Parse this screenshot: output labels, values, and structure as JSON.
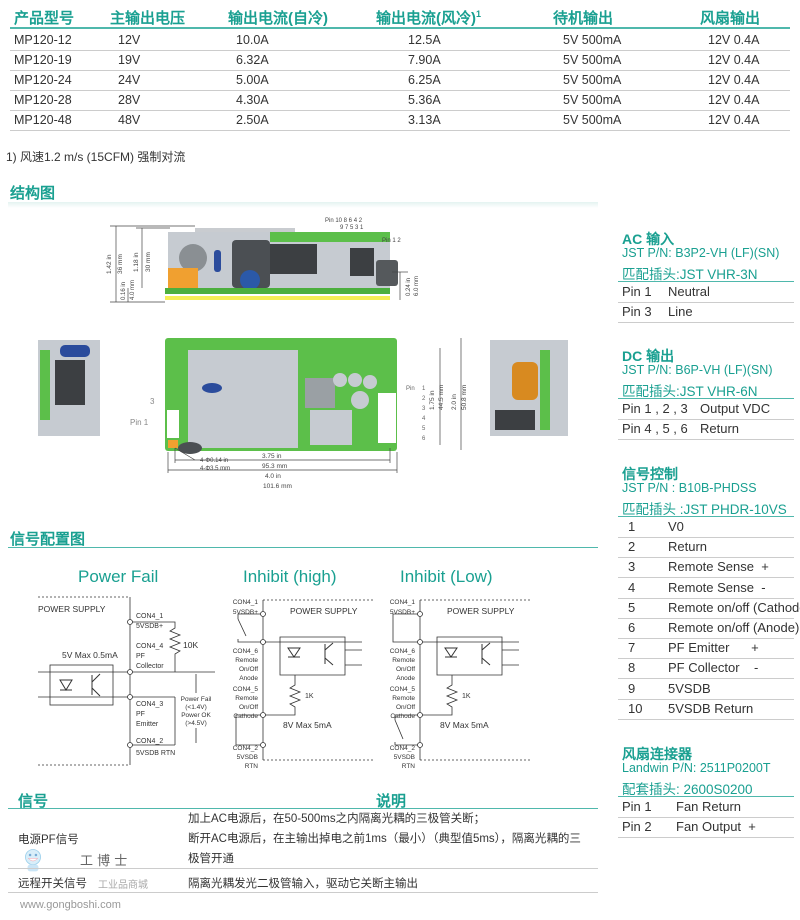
{
  "spec_table": {
    "headers": [
      "产品型号",
      "主输出电压",
      "输出电流(自冷)",
      "输出电流(风冷)",
      "待机输出",
      "风扇输出"
    ],
    "header_superscript": "1",
    "rows": [
      [
        "MP120-12",
        "12V",
        "10.0A",
        "12.5A",
        "5V  500mA",
        "12V  0.4A"
      ],
      [
        "MP120-19",
        "19V",
        "6.32A",
        "7.90A",
        "5V  500mA",
        "12V  0.4A"
      ],
      [
        "MP120-24",
        "24V",
        "5.00A",
        "6.25A",
        "5V  500mA",
        "12V  0.4A"
      ],
      [
        "MP120-28",
        "28V",
        "4.30A",
        "5.36A",
        "5V  500mA",
        "12V  0.4A"
      ],
      [
        "MP120-48",
        "48V",
        "2.50A",
        "3.13A",
        "5V  500mA",
        "12V  0.4A"
      ]
    ],
    "footnote": "1) 风速1.2 m/s (15CFM) 强制对流"
  },
  "structure": {
    "title": "结构图",
    "dims": {
      "h1_in": "1.42 in",
      "h1_mm": "36 mm",
      "h2_in": "1.18 in",
      "h2_mm": "30 mm",
      "h3_in": "0.16 in",
      "h3_mm": "4.0 mm",
      "h4_in": "0.24 in",
      "h4_mm": "6.0 mm",
      "pins_top": "Pin 10 8 6 4 2",
      "pins_bottom": "9 7 5 3 1",
      "pin12": "Pin 1 2",
      "w_in": "1.75 in",
      "w_mm": "44.5 mm",
      "w2_in": "2.0 in",
      "w2_mm": "50.8 mm",
      "hole_in": "4-Φ0.14 in",
      "hole_mm": "4-Φ3.5 mm",
      "l1_in": "3.75 in",
      "l1_mm": "95.3 mm",
      "l2_in": "4.0 in",
      "l2_mm": "101.6 mm",
      "pin_label": "Pin 1",
      "pin3": "3",
      "pin_nums": [
        "1",
        "2",
        "3",
        "4",
        "5",
        "6"
      ],
      "pin_prefix": "Pin"
    }
  },
  "signal_config": {
    "title": "信号配置图",
    "power_fail": {
      "title": "Power Fail",
      "ps": "POWER SUPPLY",
      "con4_1": "CON4_1",
      "vsdb": "5VSDB+",
      "r": "10K",
      "con4_4": "CON4_4",
      "pf": "PF",
      "collector": "Collector",
      "max": "5V Max 0.5mA",
      "con4_3": "CON4_3",
      "emitter": "Emitter",
      "con4_2": "CON4_2",
      "rtn": "5VSDB RTN",
      "fail": "Power Fail",
      "fail_v": "(<1.4V)",
      "ok": "Power OK",
      "ok_v": "(>4.5V)"
    },
    "inhibit_high": {
      "title": "Inhibit (high)"
    },
    "inhibit_low": {
      "title": "Inhibit (Low)"
    },
    "common": {
      "con4_1": "CON4_1",
      "vsdb": "5VSDB+",
      "ps": "POWER SUPPLY",
      "con4_6": "CON4_6",
      "remote": "Remote",
      "onoff": "On/Off",
      "anode": "Anode",
      "con4_5": "CON4_5",
      "cathode": "Cathode",
      "r": "1K",
      "max": "8V Max 5mA",
      "con4_2": "CON4_2",
      "vsdb2": "5VSDB",
      "rtn": "RTN"
    }
  },
  "connectors": {
    "ac": {
      "title": "AC 输入",
      "pn": "JST P/N: B3P2-VH  (LF)(SN)",
      "mate": "匹配插头:JST VHR-3N",
      "rows": [
        [
          "Pin 1",
          "Neutral"
        ],
        [
          "Pin 3",
          "Line"
        ]
      ]
    },
    "dc": {
      "title": "DC 输出",
      "pn": "JST P/N: B6P-VH (LF)(SN)",
      "mate": "匹配插头:JST VHR-6N",
      "rows": [
        [
          "Pin 1 , 2 , 3",
          "Output VDC"
        ],
        [
          "Pin 4 , 5 , 6",
          "Return"
        ]
      ]
    },
    "sig": {
      "title": "信号控制",
      "pn": "JST P/N : B10B-PHDSS",
      "mate": "匹配插头 :JST PHDR-10VS",
      "rows": [
        [
          "1",
          "V0"
        ],
        [
          "2",
          "Return"
        ],
        [
          "3",
          "Remote Sense  +"
        ],
        [
          "4",
          "Remote Sense  -"
        ],
        [
          "5",
          "Remote on/off (Cathode)"
        ],
        [
          "6",
          "Remote on/off (Anode)"
        ],
        [
          "7",
          "PF Emitter      +"
        ],
        [
          "8",
          "PF Collector    -"
        ],
        [
          "9",
          "5VSDB"
        ],
        [
          "10",
          "5VSDB Return"
        ]
      ]
    },
    "fan": {
      "title": "风扇连接器",
      "pn": "Landwin P/N: 2511P0200T",
      "mate": "配套插头:  2600S0200",
      "rows": [
        [
          "Pin 1",
          "Fan Return"
        ],
        [
          "Pin 2",
          "Fan Output  +"
        ]
      ]
    }
  },
  "signal_table": {
    "headers": [
      "信号",
      "说明"
    ],
    "rows": [
      {
        "signal": "电源PF信号",
        "desc": [
          "加上AC电源后，在50-500ms之内隔离光耦的三极管关断；",
          "断开AC电源后，在主输出掉电之前1ms（最小）（典型值5ms），隔离光耦的三",
          "极管开通"
        ]
      },
      {
        "signal": "远程开关信号",
        "desc": [
          "隔离光耦发光二极管输入，驱动它关断主输出"
        ]
      }
    ]
  },
  "watermark": {
    "brand": "工 博 士",
    "sub": "工业品商城",
    "url": "www.gongboshi.com"
  },
  "colors": {
    "accent": "#1aa091",
    "pcb": "#5cbf4a"
  }
}
